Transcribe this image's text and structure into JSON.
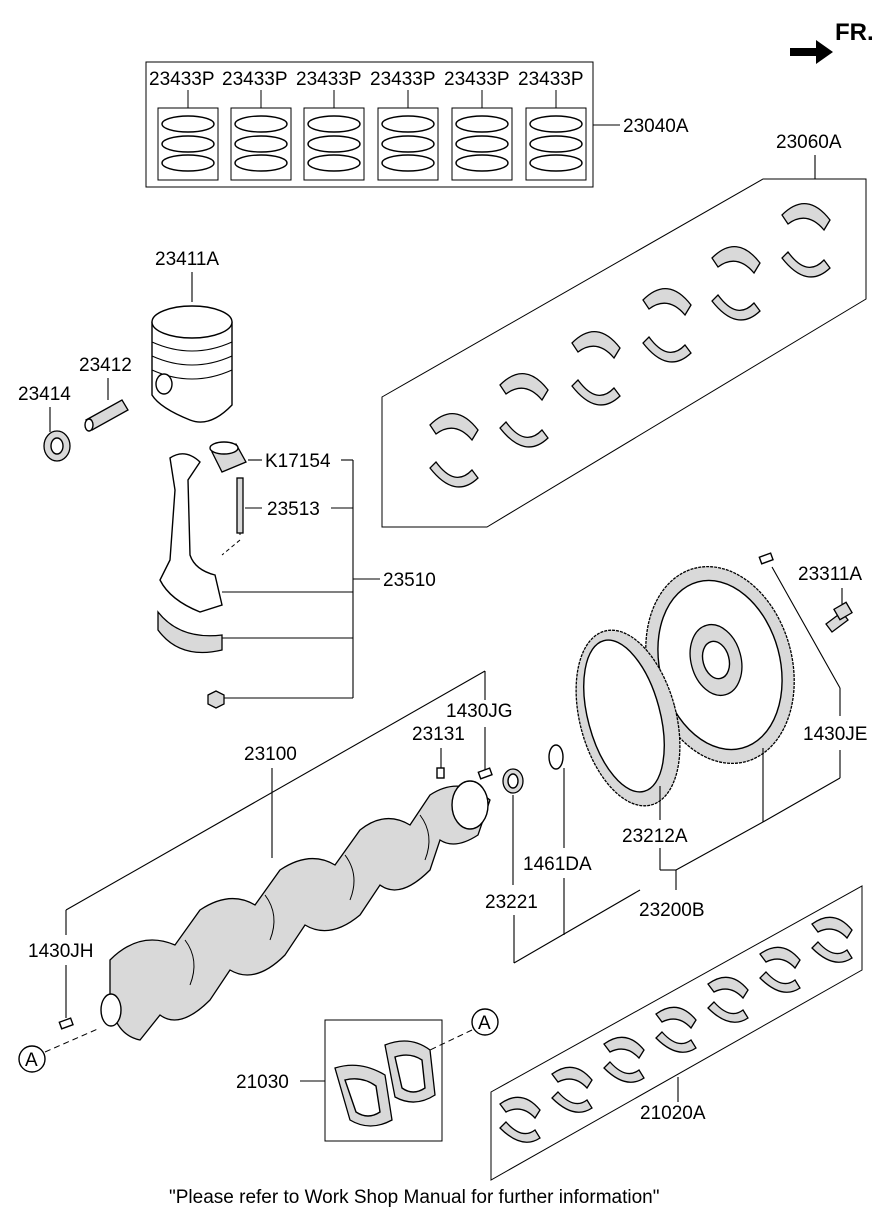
{
  "orientation": {
    "label": "FR."
  },
  "labels": {
    "ring_kit": [
      "23433P",
      "23433P",
      "23433P",
      "23433P",
      "23433P",
      "23433P"
    ],
    "ring_set": "23040A",
    "bearing_upper_set": "23060A",
    "piston": "23411A",
    "piston_pin": "23412",
    "snap_ring": "23414",
    "rod_bearing": "K17154",
    "rod_bolt": "23513",
    "connecting_rod": "23510",
    "thrust_bearing_pin": "23311A",
    "flywheel_dowel": "1430JE",
    "crank_key_pin": "1430JG",
    "key": "23131",
    "crankshaft": "23100",
    "pin_front": "1430JH",
    "ring_gear": "23212A",
    "flywheel_assy": "23200B",
    "seal_ring": "1461DA",
    "pilot_bearing": "23221",
    "thrust_washer": "21030",
    "bearing_lower_set": "21020A",
    "ref_a1": "A",
    "ref_a2": "A"
  },
  "footer": "\"Please refer to Work Shop Manual for further information\""
}
